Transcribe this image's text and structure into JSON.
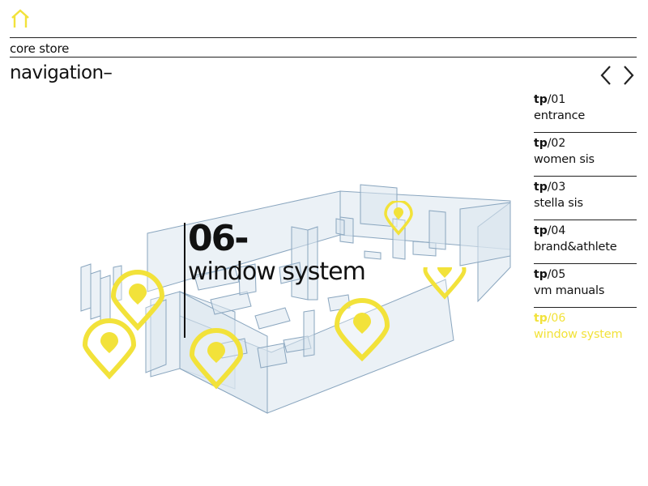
{
  "header": {
    "section_label": "core store",
    "title": "navigation–"
  },
  "icons": {
    "home": "home-icon",
    "prev": "chevron-left-icon",
    "next": "chevron-right-icon",
    "pin": "location-pin-icon"
  },
  "colors": {
    "accent": "#f2e23a",
    "text": "#111111",
    "map_stroke": "#8aa6bf",
    "map_fill": "#dbe6ef"
  },
  "nav": {
    "prefix": "tp",
    "items": [
      {
        "number": "/01",
        "name": "entrance",
        "active": false
      },
      {
        "number": "/02",
        "name": "women sis",
        "active": false
      },
      {
        "number": "/03",
        "name": "stella sis",
        "active": false
      },
      {
        "number": "/04",
        "name": "brand&athlete",
        "active": false
      },
      {
        "number": "/05",
        "name": "vm manuals",
        "active": false
      },
      {
        "number": "/06",
        "name": "window system",
        "active": true
      }
    ]
  },
  "callout": {
    "number": "06-",
    "name": "window system"
  }
}
